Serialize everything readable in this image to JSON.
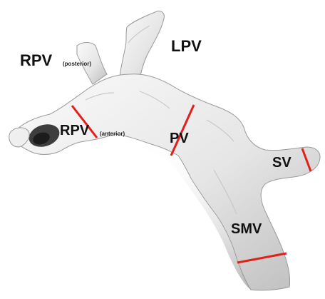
{
  "labels": {
    "rpv_main": "RPV",
    "rpv_main_sub": "(posterior)",
    "rpv_ant": "RPV",
    "rpv_ant_sub": "(anterior)",
    "lpv": "LPV",
    "pv": "PV",
    "sv": "SV",
    "smv": "SMV"
  },
  "colors": {
    "background": "#ffffff",
    "vessel_fill": "#e9e9e9",
    "vessel_shadow": "#8c8c8c",
    "cut_line": "#e0201b",
    "label_text": "#111111"
  }
}
